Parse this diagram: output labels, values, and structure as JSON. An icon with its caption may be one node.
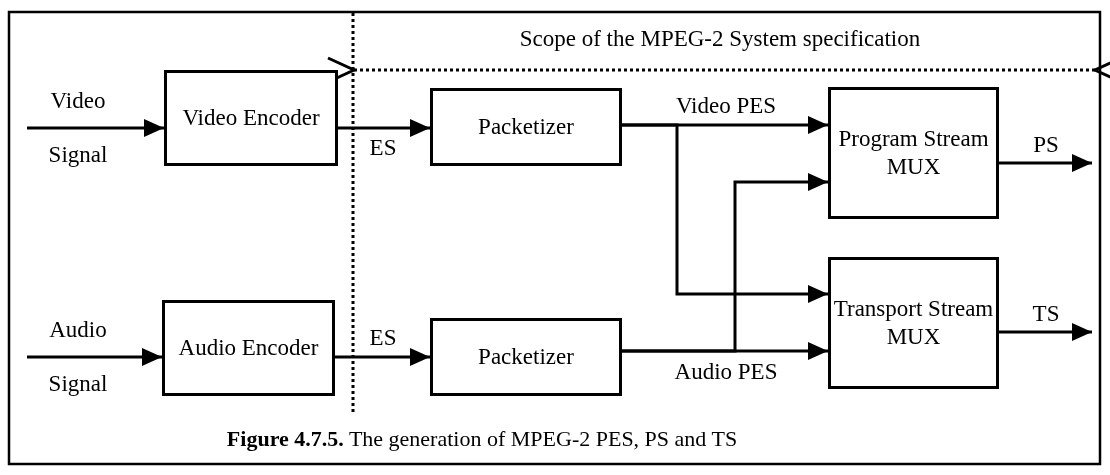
{
  "diagram": {
    "caption": "**Figure 4.7.5.** The generation of MPEG-2 PES, PS and TS",
    "nodes": [
      {
        "text": [
          "Video Encoder"
        ]
      },
      {
        "text": [
          "Audio Encoder"
        ]
      },
      {
        "text": [
          "Packetizer"
        ]
      },
      {
        "text": [
          "Packetizer"
        ]
      },
      {
        "text": [
          "Program Stream MUX"
        ]
      },
      {
        "text": [
          "Transport Stream MUX"
        ]
      }
    ],
    "edges": [
      {
        "from": null,
        "to": 0,
        "arrow": "to",
        "label": "Video Signal"
      },
      {
        "from": null,
        "to": 1,
        "arrow": "to",
        "label": "Audio Signal"
      },
      {
        "from": 0,
        "to": 2,
        "arrow": "to",
        "label": "ES"
      },
      {
        "from": 1,
        "to": 3,
        "arrow": "to",
        "label": "ES"
      },
      {
        "from": 2,
        "to": 4,
        "arrow": "to",
        "label": "Video PES"
      },
      {
        "from": 2,
        "to": 5,
        "arrow": "to"
      },
      {
        "from": 3,
        "to": 5,
        "arrow": "to",
        "label": "Audio PES"
      },
      {
        "from": 3,
        "to": 4,
        "arrow": "to"
      },
      {
        "from": 4,
        "to": null,
        "arrow": "to",
        "label": "PS"
      },
      {
        "from": 5,
        "to": null,
        "arrow": "to",
        "label": "TS"
      }
    ],
    "labels": [
      "Scope of the MPEG-2 System specification"
    ]
  }
}
